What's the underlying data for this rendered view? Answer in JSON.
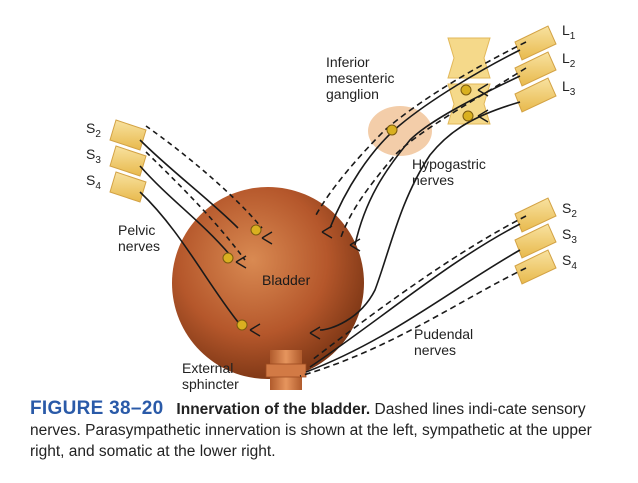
{
  "labels": {
    "ganglion_line1": "Inferior",
    "ganglion_line2": "mesenteric",
    "ganglion_line3": "ganglion",
    "hypogastric_line1": "Hypogastric",
    "hypogastric_line2": "nerves",
    "pelvic_line1": "Pelvic",
    "pelvic_line2": "nerves",
    "bladder": "Bladder",
    "pudendal_line1": "Pudendal",
    "pudendal_line2": "nerves",
    "sphincter_line1": "External",
    "sphincter_line2": "sphincter"
  },
  "roots_left": [
    {
      "letter": "S",
      "sub": "2"
    },
    {
      "letter": "S",
      "sub": "3"
    },
    {
      "letter": "S",
      "sub": "4"
    }
  ],
  "roots_upper_right": [
    {
      "letter": "L",
      "sub": "1"
    },
    {
      "letter": "L",
      "sub": "2"
    },
    {
      "letter": "L",
      "sub": "3"
    }
  ],
  "roots_lower_right": [
    {
      "letter": "S",
      "sub": "2"
    },
    {
      "letter": "S",
      "sub": "3"
    },
    {
      "letter": "S",
      "sub": "4"
    }
  ],
  "caption": {
    "figure": "FIGURE 38–20",
    "title": "Innervation of the bladder.",
    "text": "Dashed lines indi-cate sensory nerves. Parasympathetic innervation is shown at the left, sympathetic at the upper right, and somatic at the lower right."
  },
  "colors": {
    "bladder": "#b5572b",
    "nerve_root": "#f3d27a",
    "ganglion": "#f2c8a0",
    "spine": "#f5d98a",
    "caption_figure": "#2a5aa8"
  }
}
